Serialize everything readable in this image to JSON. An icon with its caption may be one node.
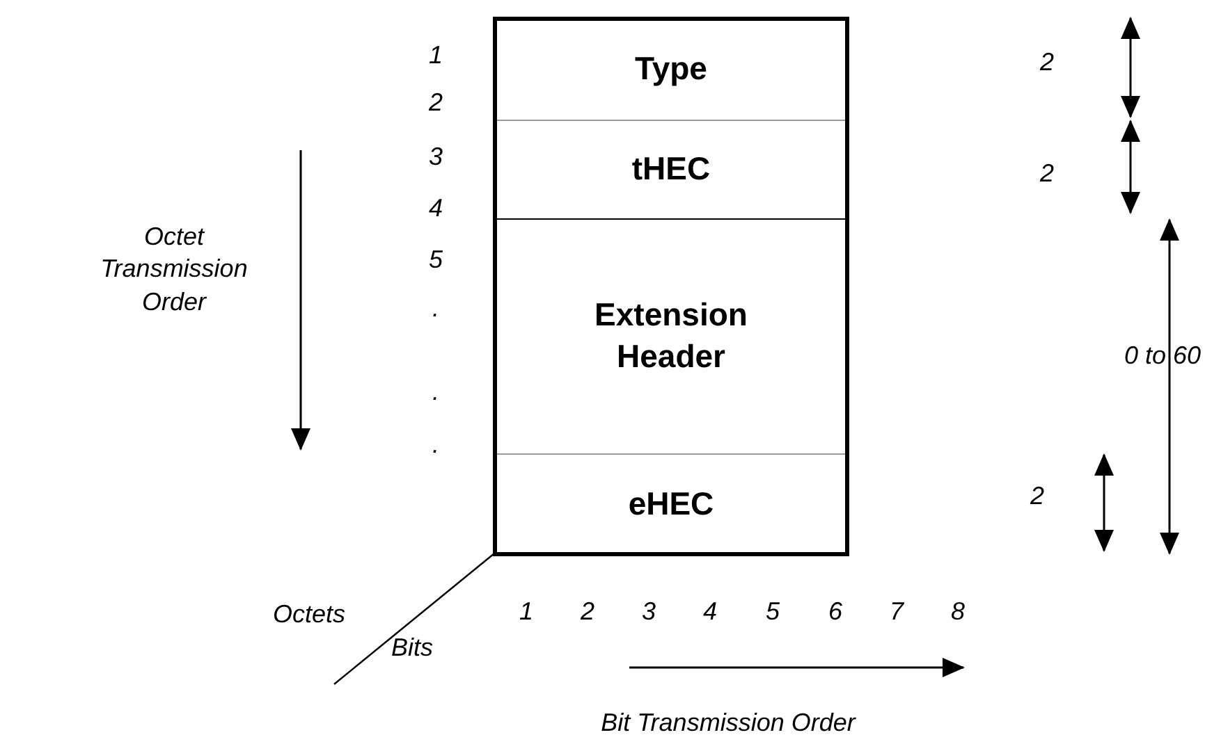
{
  "diagram": {
    "nodes": [
      {
        "text": [
          "Type"
        ]
      },
      {
        "text": [
          "tHEC"
        ]
      },
      {
        "text": [
          "Extension Header"
        ]
      },
      {
        "text": [
          "eHEC"
        ]
      }
    ],
    "edges": [],
    "labels": [
      "1",
      "2",
      "3",
      "4",
      "5",
      ".",
      ".",
      ".",
      "Octet Transmission Order",
      "2",
      "2",
      "0 to 60",
      "2",
      "Octets",
      "Bits",
      "1",
      "2",
      "3",
      "4",
      "5",
      "6",
      "7",
      "8",
      "Bit Transmission Order"
    ]
  }
}
